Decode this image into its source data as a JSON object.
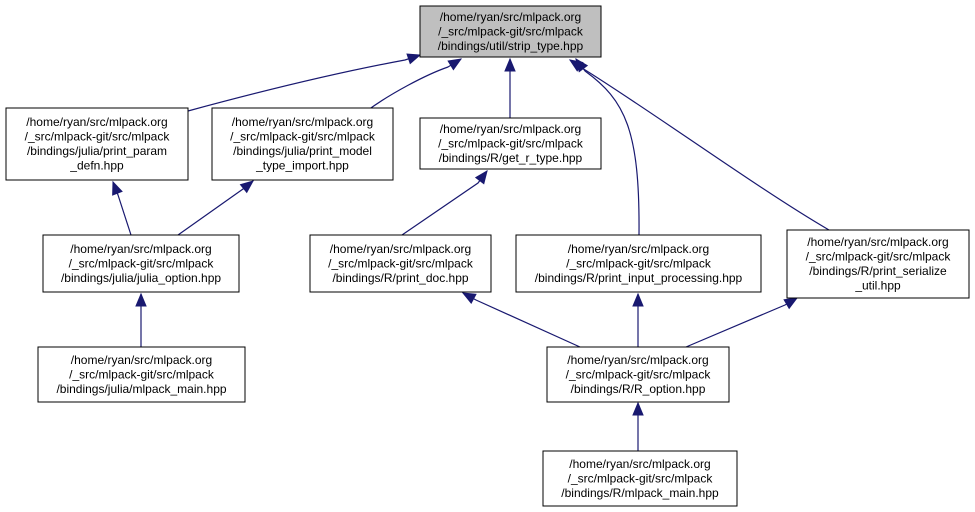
{
  "colors": {
    "root_fill": "#bfbfbf",
    "node_fill": "#ffffff",
    "border": "#000000",
    "edge": "#191970"
  },
  "nodes": [
    {
      "id": "strip_type",
      "root": true,
      "lines": [
        "/home/ryan/src/mlpack.org",
        "/_src/mlpack-git/src/mlpack",
        "/bindings/util/strip_type.hpp"
      ]
    },
    {
      "id": "julia_print_param_defn",
      "lines": [
        "/home/ryan/src/mlpack.org",
        "/_src/mlpack-git/src/mlpack",
        "/bindings/julia/print_param",
        "_defn.hpp"
      ]
    },
    {
      "id": "julia_print_model_type_import",
      "lines": [
        "/home/ryan/src/mlpack.org",
        "/_src/mlpack-git/src/mlpack",
        "/bindings/julia/print_model",
        "_type_import.hpp"
      ]
    },
    {
      "id": "r_get_r_type",
      "lines": [
        "/home/ryan/src/mlpack.org",
        "/_src/mlpack-git/src/mlpack",
        "/bindings/R/get_r_type.hpp"
      ]
    },
    {
      "id": "julia_option",
      "lines": [
        "/home/ryan/src/mlpack.org",
        "/_src/mlpack-git/src/mlpack",
        "/bindings/julia/julia_option.hpp"
      ]
    },
    {
      "id": "r_print_doc",
      "lines": [
        "/home/ryan/src/mlpack.org",
        "/_src/mlpack-git/src/mlpack",
        "/bindings/R/print_doc.hpp"
      ]
    },
    {
      "id": "r_print_input_processing",
      "lines": [
        "/home/ryan/src/mlpack.org",
        "/_src/mlpack-git/src/mlpack",
        "/bindings/R/print_input_processing.hpp"
      ]
    },
    {
      "id": "r_print_serialize_util",
      "lines": [
        "/home/ryan/src/mlpack.org",
        "/_src/mlpack-git/src/mlpack",
        "/bindings/R/print_serialize",
        "_util.hpp"
      ]
    },
    {
      "id": "julia_mlpack_main",
      "lines": [
        "/home/ryan/src/mlpack.org",
        "/_src/mlpack-git/src/mlpack",
        "/bindings/julia/mlpack_main.hpp"
      ]
    },
    {
      "id": "r_option",
      "lines": [
        "/home/ryan/src/mlpack.org",
        "/_src/mlpack-git/src/mlpack",
        "/bindings/R/R_option.hpp"
      ]
    },
    {
      "id": "r_mlpack_main",
      "lines": [
        "/home/ryan/src/mlpack.org",
        "/_src/mlpack-git/src/mlpack",
        "/bindings/R/mlpack_main.hpp"
      ]
    }
  ],
  "edges": [
    {
      "from": "julia_print_param_defn",
      "to": "strip_type"
    },
    {
      "from": "julia_print_model_type_import",
      "to": "strip_type"
    },
    {
      "from": "r_get_r_type",
      "to": "strip_type"
    },
    {
      "from": "r_print_input_processing",
      "to": "strip_type"
    },
    {
      "from": "r_print_serialize_util",
      "to": "strip_type"
    },
    {
      "from": "julia_option",
      "to": "julia_print_param_defn"
    },
    {
      "from": "julia_option",
      "to": "julia_print_model_type_import"
    },
    {
      "from": "r_print_doc",
      "to": "r_get_r_type"
    },
    {
      "from": "julia_mlpack_main",
      "to": "julia_option"
    },
    {
      "from": "r_option",
      "to": "r_print_doc"
    },
    {
      "from": "r_option",
      "to": "r_print_input_processing"
    },
    {
      "from": "r_option",
      "to": "r_print_serialize_util"
    },
    {
      "from": "r_mlpack_main",
      "to": "r_option"
    }
  ]
}
